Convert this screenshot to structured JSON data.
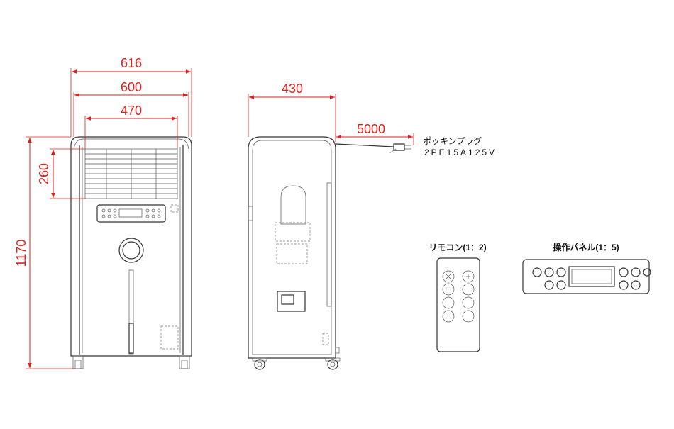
{
  "dimensions": {
    "overall_width": "616",
    "body_width": "600",
    "grille_width": "470",
    "grille_height": "260",
    "overall_height": "1170",
    "depth": "430",
    "cord_length": "5000"
  },
  "plug": {
    "name": "ポッキンプラグ",
    "model": "2PE15A125V"
  },
  "remote": {
    "label": "リモコン(1：2)"
  },
  "panel": {
    "label": "操作パネル(1：5)"
  },
  "colors": {
    "dimension": "#e0201c",
    "outline": "#333333"
  }
}
